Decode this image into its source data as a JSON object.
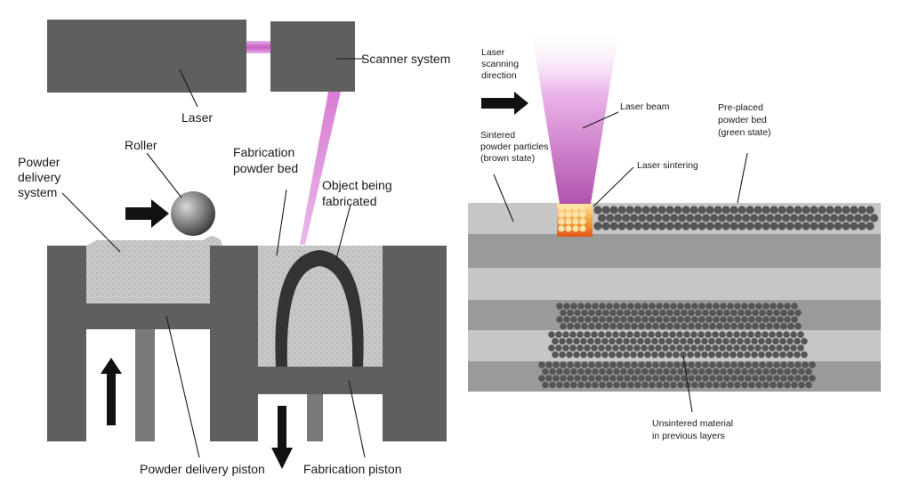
{
  "left_panel": {
    "laser": "Laser",
    "scanner_system": "Scanner system",
    "roller": "Roller",
    "powder_delivery_system": [
      "Powder",
      "delivery",
      "system"
    ],
    "fabrication_powder_bed": [
      "Fabrication",
      "powder bed"
    ],
    "object_being_fabricated": [
      "Object being",
      "fabricated"
    ],
    "powder_delivery_piston": "Powder delivery piston",
    "fabrication_piston": "Fabrication piston"
  },
  "right_panel": {
    "laser_scanning_direction": [
      "Laser",
      "scanning",
      "direction"
    ],
    "laser_beam": "Laser beam",
    "pre_placed_powder_bed": [
      "Pre-placed",
      "powder bed",
      "(green state)"
    ],
    "sintered_powder_particles": [
      "Sintered",
      "powder particles",
      "(brown state)"
    ],
    "laser_sintering": "Laser sintering",
    "unsintered_material": [
      "Unsintered material",
      "in previous layers"
    ]
  },
  "colors": {
    "dark_gray": "#5f5f5f",
    "mid_gray": "#9a9a9a",
    "light_gray": "#c6c6c6",
    "powder": "#c9c9c9",
    "object": "#333333",
    "laser_pink": "#d36fd0",
    "sinter_orange": "#f08a2c",
    "particle": "#555555"
  }
}
